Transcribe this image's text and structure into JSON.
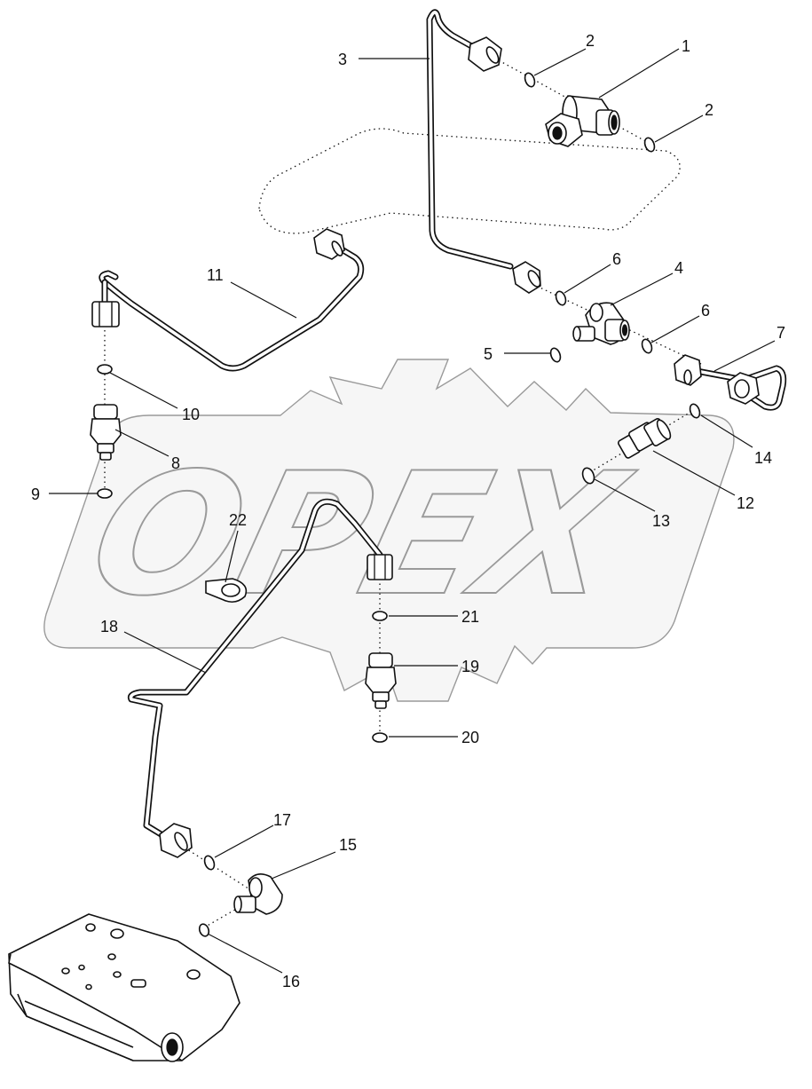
{
  "watermark": "OPEX",
  "callouts": [
    "1",
    "2",
    "2",
    "3",
    "4",
    "5",
    "6",
    "6",
    "7",
    "8",
    "9",
    "10",
    "11",
    "12",
    "13",
    "14",
    "15",
    "16",
    "17",
    "18",
    "19",
    "20",
    "21",
    "22"
  ],
  "colors": {
    "line": "#111111",
    "watermark": "#9a9a9a",
    "background": "#ffffff"
  }
}
